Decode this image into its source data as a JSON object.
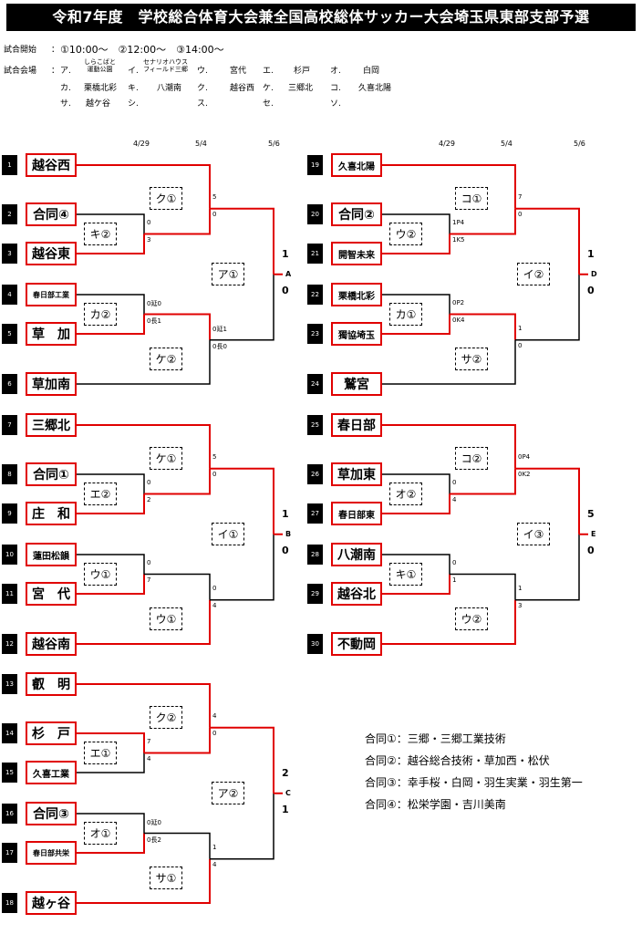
{
  "title": "令和7年度　学校総合体育大会兼全国高校総体サッカー大会埼玉県東部支部予選",
  "schedule": {
    "start_label": "試合開始",
    "colon": "：",
    "times": "①10:00～　②12:00～　③14:00～"
  },
  "venues": {
    "label": "試合会場",
    "colon": "：",
    "items": [
      {
        "code": "ア.",
        "name": ""
      },
      {
        "code": "イ.",
        "name": ""
      },
      {
        "code": "ウ.",
        "name": "宮代"
      },
      {
        "code": "エ.",
        "name": "杉戸"
      },
      {
        "code": "オ.",
        "name": "白岡"
      },
      {
        "code": "カ.",
        "name": "栗橋北彩"
      },
      {
        "code": "キ.",
        "name": "八潮南"
      },
      {
        "code": "ク.",
        "name": "越谷西"
      },
      {
        "code": "ケ.",
        "name": "三郷北"
      },
      {
        "code": "コ.",
        "name": "久喜北陽"
      },
      {
        "code": "サ.",
        "name": "越ケ谷"
      },
      {
        "code": "シ.",
        "name": ""
      },
      {
        "code": "ス.",
        "name": ""
      },
      {
        "code": "セ.",
        "name": ""
      },
      {
        "code": "ソ.",
        "name": ""
      }
    ],
    "a_name": [
      "しらこばと",
      "運動公園"
    ],
    "i_name": [
      "セナリオハウス",
      "フィールド三郷"
    ]
  },
  "dates": {
    "round1": "4/29",
    "round2": "5/4",
    "round3": "5/6"
  },
  "blocks": {
    "A": {
      "label": "A",
      "teams": [
        {
          "no": "1",
          "name": "越谷西"
        },
        {
          "no": "2",
          "name": "合同④"
        },
        {
          "no": "3",
          "name": "越谷東"
        },
        {
          "no": "4",
          "name": "春日部工業"
        },
        {
          "no": "5",
          "name": "草　加"
        },
        {
          "no": "6",
          "name": "草加南"
        }
      ],
      "courts": {
        "r1a": "キ②",
        "r1b": "カ②",
        "r2a": "ク①",
        "r2b": "ケ②",
        "final": "ア①"
      },
      "scores": {
        "r1a_top": "0",
        "r1a_bot": "3",
        "r1b_top": "0延0",
        "r1b_bot": "0長1",
        "r2a_top": "5",
        "r2a_bot": "0",
        "r2b_top": "0延1",
        "r2b_bot": "0長0",
        "final_top": "1",
        "final_bot": "0"
      }
    },
    "B": {
      "label": "B",
      "teams": [
        {
          "no": "7",
          "name": "三郷北"
        },
        {
          "no": "8",
          "name": "合同①"
        },
        {
          "no": "9",
          "name": "庄　和"
        },
        {
          "no": "10",
          "name": "蓮田松韻"
        },
        {
          "no": "11",
          "name": "宮　代"
        },
        {
          "no": "12",
          "name": "越谷南"
        }
      ],
      "courts": {
        "r1a": "エ②",
        "r1b": "ウ①",
        "r2a": "ケ①",
        "r2b": "ウ①",
        "final": "イ①"
      },
      "scores": {
        "r1a_top": "0",
        "r1a_bot": "2",
        "r1b_top": "0",
        "r1b_bot": "7",
        "r2a_top": "5",
        "r2a_bot": "0",
        "r2b_top": "0",
        "r2b_bot": "4",
        "final_top": "1",
        "final_bot": "0"
      }
    },
    "C": {
      "label": "C",
      "teams": [
        {
          "no": "13",
          "name": "叡　明"
        },
        {
          "no": "14",
          "name": "杉　戸"
        },
        {
          "no": "15",
          "name": "久喜工業"
        },
        {
          "no": "16",
          "name": "合同③"
        },
        {
          "no": "17",
          "name": "春日部共栄"
        },
        {
          "no": "18",
          "name": "越ヶ谷"
        }
      ],
      "courts": {
        "r1a": "エ①",
        "r1b": "オ①",
        "r2a": "ク②",
        "r2b": "サ①",
        "final": "ア②"
      },
      "scores": {
        "r1a_top": "7",
        "r1a_bot": "4",
        "r1b_top": "0延0",
        "r1b_bot": "0長2",
        "r2a_top": "4",
        "r2a_bot": "0",
        "r2b_top": "1",
        "r2b_bot": "4",
        "final_top": "2",
        "final_bot": "1"
      }
    },
    "D": {
      "label": "D",
      "teams": [
        {
          "no": "19",
          "name": "久喜北陽"
        },
        {
          "no": "20",
          "name": "合同②"
        },
        {
          "no": "21",
          "name": "開智未来"
        },
        {
          "no": "22",
          "name": "栗橋北彩"
        },
        {
          "no": "23",
          "name": "獨協埼玉"
        },
        {
          "no": "24",
          "name": "鷲宮"
        }
      ],
      "courts": {
        "r1a": "ウ②",
        "r1b": "カ①",
        "r2a": "コ①",
        "r2b": "サ②",
        "final": "イ②"
      },
      "scores": {
        "r1a_top": "1P4",
        "r1a_bot": "1K5",
        "r1b_top": "0P2",
        "r1b_bot": "0K4",
        "r2a_top": "7",
        "r2a_bot": "0",
        "r2b_top": "1",
        "r2b_bot": "0",
        "final_top": "1",
        "final_bot": "0"
      }
    },
    "E": {
      "label": "E",
      "teams": [
        {
          "no": "25",
          "name": "春日部"
        },
        {
          "no": "26",
          "name": "草加東"
        },
        {
          "no": "27",
          "name": "春日部東"
        },
        {
          "no": "28",
          "name": "八潮南"
        },
        {
          "no": "29",
          "name": "越谷北"
        },
        {
          "no": "30",
          "name": "不動岡"
        }
      ],
      "courts": {
        "r1a": "オ②",
        "r1b": "キ①",
        "r2a": "コ②",
        "r2b": "ウ②",
        "final": "イ③"
      },
      "scores": {
        "r1a_top": "0",
        "r1a_bot": "4",
        "r1b_top": "0",
        "r1b_bot": "1",
        "r2a_top": "0P4",
        "r2a_bot": "0K2",
        "r2b_top": "1",
        "r2b_bot": "3",
        "final_top": "5",
        "final_bot": "0"
      }
    }
  },
  "legend": [
    "合同①：三郷・三郷工業技術",
    "合同②：越谷総合技術・草加西・松伏",
    "合同③：幸手桜・白岡・羽生実業・羽生第一",
    "合同④：松栄学園・吉川美南"
  ],
  "colors": {
    "win_line": "#e00000",
    "line": "#000000",
    "title_bg": "#000000"
  }
}
